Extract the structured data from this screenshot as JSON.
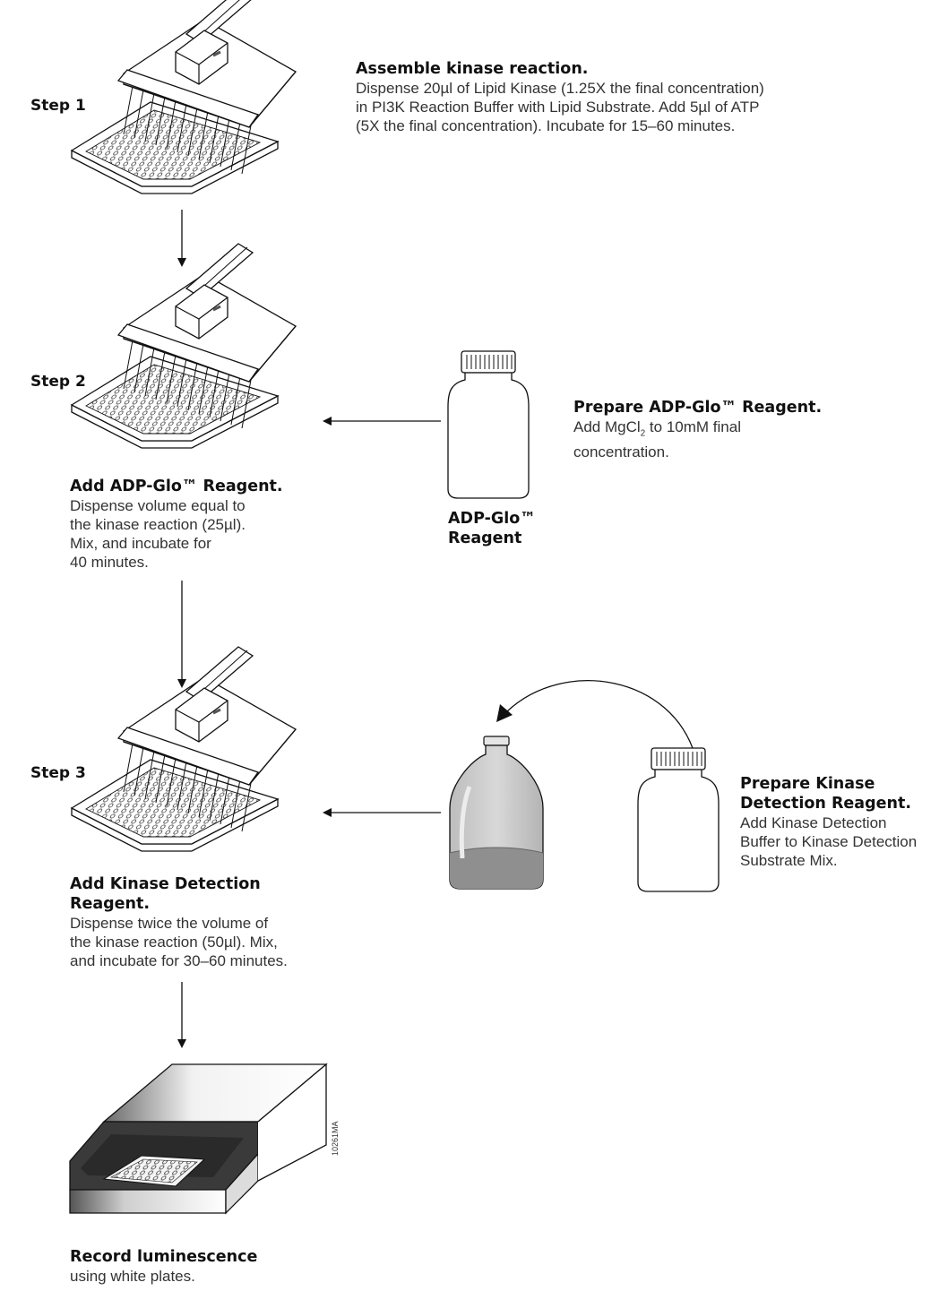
{
  "steps": {
    "step1": "Step 1",
    "step2": "Step 2",
    "step3": "Step 3"
  },
  "assemble": {
    "title": "Assemble kinase reaction.",
    "lines": [
      "Dispense 20µl of Lipid Kinase (1.25X the final concentration)",
      "in PI3K Reaction Buffer with Lipid Substrate. Add 5µl of ATP",
      "(5X the final concentration). Incubate for 15–60 minutes."
    ]
  },
  "add_adp": {
    "title": "Add ADP-Glo™ Reagent.",
    "lines": [
      "Dispense volume equal to",
      "the kinase reaction (25µl).",
      "Mix, and incubate for",
      "40 minutes."
    ]
  },
  "prep_adp": {
    "title": "Prepare ADP-Glo™ Reagent.",
    "line1_pre": "Add MgCl",
    "line1_sub": "2",
    "line1_post": " to 10mM final",
    "line2": "concentration."
  },
  "bottle_label": {
    "line1": "ADP-Glo™",
    "line2": "Reagent"
  },
  "prep_kinase": {
    "title_lines": [
      "Prepare Kinase",
      "Detection Reagent."
    ],
    "lines": [
      "Add Kinase Detection",
      "Buffer to Kinase Detection",
      "Substrate Mix."
    ]
  },
  "add_kinase": {
    "title_lines": [
      "Add Kinase Detection",
      "Reagent."
    ],
    "lines": [
      "Dispense twice the volume of",
      "the kinase reaction (50µl). Mix,",
      "and incubate for 30–60 minutes."
    ]
  },
  "record": {
    "title": "Record luminescence",
    "line": "using white plates."
  },
  "figure_code": "10261MA"
}
